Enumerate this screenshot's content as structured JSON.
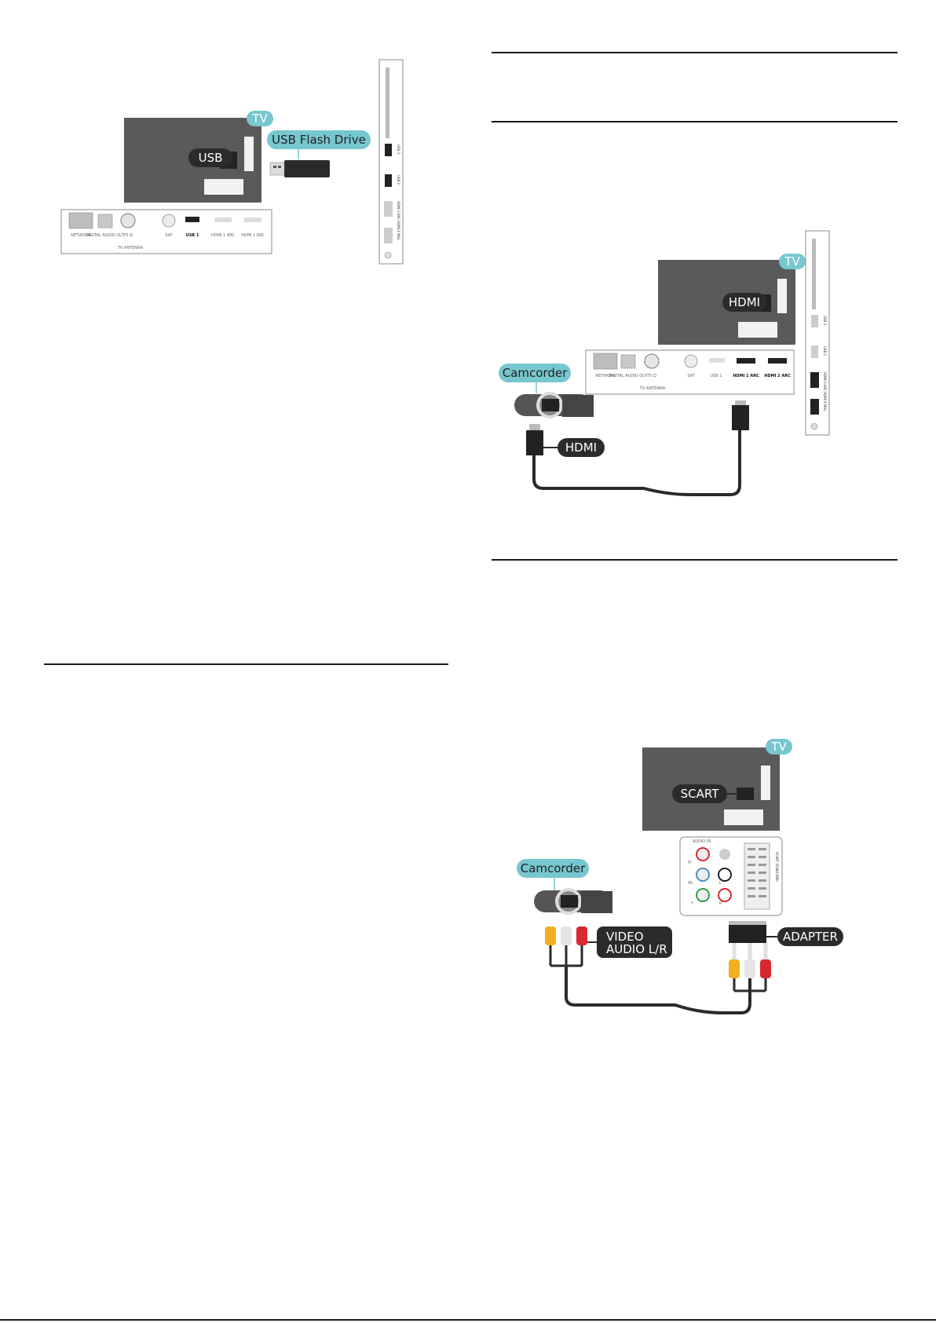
{
  "usb_diagram": {
    "tv_label": "TV",
    "drive_label": "USB Flash Drive",
    "port_label": "USB",
    "panel_ports": [
      "NETWORK",
      "DIGITAL AUDIO OUT",
      "75 Ω",
      "TV ANTENNA",
      "SAT",
      "USB 1",
      "HDMI 1 ARC",
      "HDMI 2 ARC"
    ],
    "side_ports": [
      "USB 3",
      "USB 2",
      "HDMI 3 ARC HDMI 4 MHL"
    ]
  },
  "hdmi_diagram": {
    "tv_label": "TV",
    "port_label": "HDMI",
    "device_label": "Camcorder",
    "cable_label": "HDMI",
    "panel_ports": [
      "NETWORK",
      "DIGITAL AUDIO OUT",
      "75 Ω",
      "TV ANTENNA",
      "SAT",
      "USB 1",
      "HDMI 1 ARC",
      "HDMI 2 ARC"
    ],
    "side_ports": [
      "USB 3",
      "USB 2",
      "HDMI 3 ARC HDMI 4 MHL"
    ]
  },
  "scart_diagram": {
    "tv_label": "TV",
    "port_label": "SCART",
    "device_label": "Camcorder",
    "cable_label_line1": "VIDEO",
    "cable_label_line2": "AUDIO L/R",
    "adapter_label": "ADAPTER",
    "panel_labels": [
      "AUDIO IN",
      "Pr",
      "Pb",
      "Y",
      "L",
      "R",
      "SCART (RGB/CVBS)"
    ]
  },
  "colors": {
    "accent": "#76c7cf",
    "tv_body": "#5a5a5a",
    "label_dark": "#2b2b2b",
    "rca_yellow": "#f2b01e",
    "rca_red": "#d9282f",
    "rca_white": "#e4e4e4"
  }
}
